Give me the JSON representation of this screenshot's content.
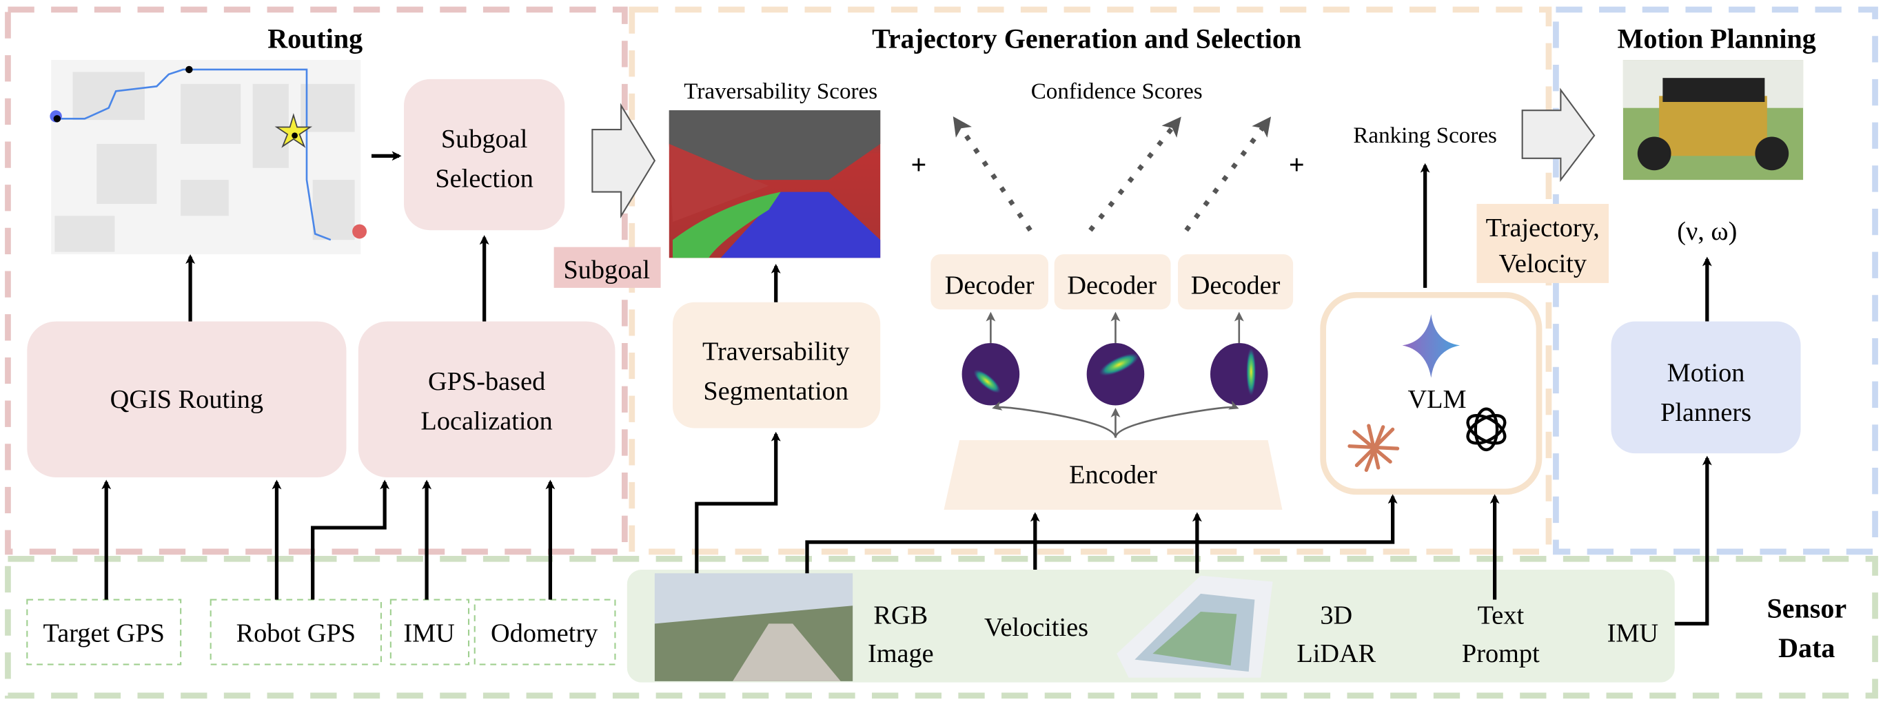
{
  "sections": {
    "routing": "Routing",
    "trajectory": "Trajectory Generation and Selection",
    "motion": "Motion Planning",
    "sensor_line1": "Sensor",
    "sensor_line2": "Data"
  },
  "routing": {
    "subgoal_selection": [
      "Subgoal",
      "Selection"
    ],
    "qgis": "QGIS Routing",
    "localization": [
      "GPS-based",
      "Localization"
    ],
    "subgoal_label": "Subgoal"
  },
  "trajectory": {
    "trav_scores": "Traversability Scores",
    "confidence_scores": "Confidence Scores",
    "plus": "+",
    "segmentation": [
      "Traversability",
      "Segmentation"
    ],
    "decoders": [
      "Decoder",
      "Decoder",
      "Decoder"
    ],
    "encoder": "Encoder",
    "ranking_scores": "Ranking Scores",
    "vlm": "VLM",
    "traj_label": [
      "Trajectory,",
      "Velocity"
    ]
  },
  "motion": {
    "output": "(ν, ω)",
    "planners": [
      "Motion",
      "Planners"
    ]
  },
  "sensors": {
    "target_gps": "Target GPS",
    "robot_gps": "Robot GPS",
    "imu": "IMU",
    "odometry": "Odometry",
    "rgb": [
      "RGB",
      "Image"
    ],
    "velocities": "Velocities",
    "lidar": [
      "3D",
      "LiDAR"
    ],
    "text_prompt": [
      "Text",
      "Prompt"
    ],
    "imu2": "IMU"
  },
  "colors": {
    "routing": "#e8c4c4",
    "trajectory": "#f7e3cc",
    "motion": "#c8d8f2",
    "sensor": "#cfe0c3"
  }
}
